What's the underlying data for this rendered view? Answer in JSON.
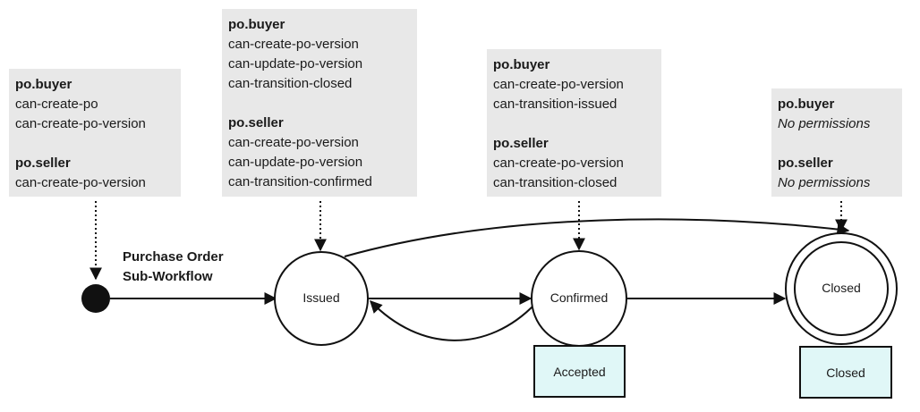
{
  "workflow_title": [
    "Purchase Order",
    "Sub-Workflow"
  ],
  "permission_boxes": [
    {
      "id": "initial",
      "sections": [
        {
          "role": "po.buyer",
          "permissions": [
            "can-create-po",
            "can-create-po-version"
          ]
        },
        {
          "role": "po.seller",
          "permissions": [
            "can-create-po-version"
          ]
        }
      ]
    },
    {
      "id": "issued",
      "sections": [
        {
          "role": "po.buyer",
          "permissions": [
            "can-create-po-version",
            "can-update-po-version",
            "can-transition-closed"
          ]
        },
        {
          "role": "po.seller",
          "permissions": [
            "can-create-po-version",
            "can-update-po-version",
            "can-transition-confirmed"
          ]
        }
      ]
    },
    {
      "id": "confirmed",
      "sections": [
        {
          "role": "po.buyer",
          "permissions": [
            "can-create-po-version",
            "can-transition-issued"
          ]
        },
        {
          "role": "po.seller",
          "permissions": [
            "can-create-po-version",
            "can-transition-closed"
          ]
        }
      ]
    },
    {
      "id": "closed",
      "sections": [
        {
          "role": "po.buyer",
          "permissions": [],
          "none_text": "No permissions"
        },
        {
          "role": "po.seller",
          "permissions": [],
          "none_text": "No permissions"
        }
      ]
    }
  ],
  "states": {
    "issued": "Issued",
    "confirmed": "Confirmed",
    "closed": "Closed"
  },
  "status_tags": {
    "confirmed": "Accepted",
    "closed": "Closed"
  },
  "colors": {
    "permission_box_bg": "#e8e8e8",
    "status_tag_bg": "#e0f7f7",
    "line": "#111111"
  }
}
